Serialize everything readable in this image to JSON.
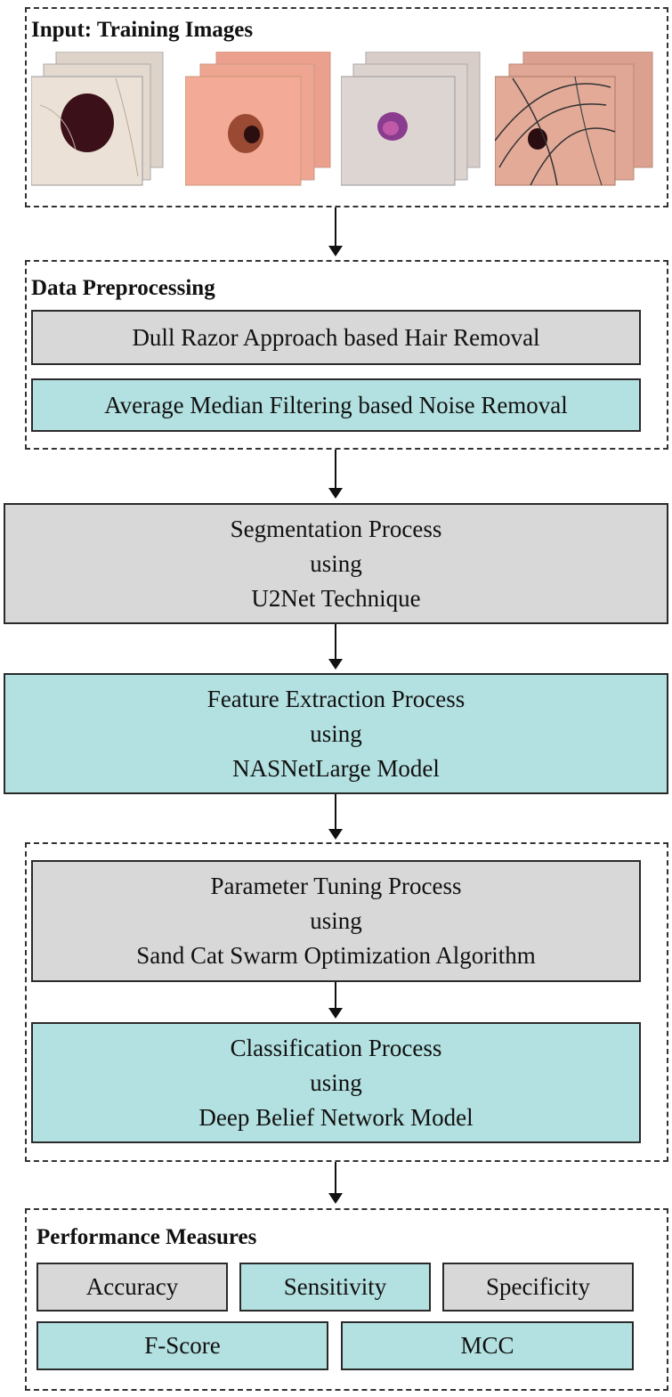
{
  "input": {
    "heading": "Input: Training Images",
    "images": [
      {
        "name": "lesion-dark-brown",
        "skin": "#e8ddd3",
        "lesion": "#3b1018"
      },
      {
        "name": "lesion-brown-on-pink",
        "skin": "#f2a48e",
        "lesion": "#8c3a25"
      },
      {
        "name": "lesion-purple",
        "skin": "#d9cfcc",
        "lesion": "#8a3d8f"
      },
      {
        "name": "lesion-with-hair",
        "skin": "#e3a493",
        "lesion": "#2a0d10"
      }
    ]
  },
  "preprocessing": {
    "heading": "Data Preprocessing",
    "step1": "Dull Razor Approach based Hair Removal",
    "step2": "Average Median Filtering based Noise Removal"
  },
  "segmentation": {
    "line1": "Segmentation Process",
    "line2": "using",
    "line3": "U2Net Technique"
  },
  "feature_extraction": {
    "line1": "Feature Extraction Process",
    "line2": "using",
    "line3": "NASNetLarge Model"
  },
  "tuning": {
    "line1": "Parameter Tuning Process",
    "line2": "using",
    "line3": "Sand Cat Swarm Optimization Algorithm"
  },
  "classification": {
    "line1": "Classification Process",
    "line2": "using",
    "line3": "Deep Belief Network Model"
  },
  "performance": {
    "heading": "Performance Measures",
    "accuracy": "Accuracy",
    "sensitivity": "Sensitivity",
    "specificity": "Specificity",
    "fscore": "F-Score",
    "mcc": "MCC"
  },
  "colors": {
    "gray_box": "#d8d8d8",
    "teal_box": "#b3e0e0"
  }
}
